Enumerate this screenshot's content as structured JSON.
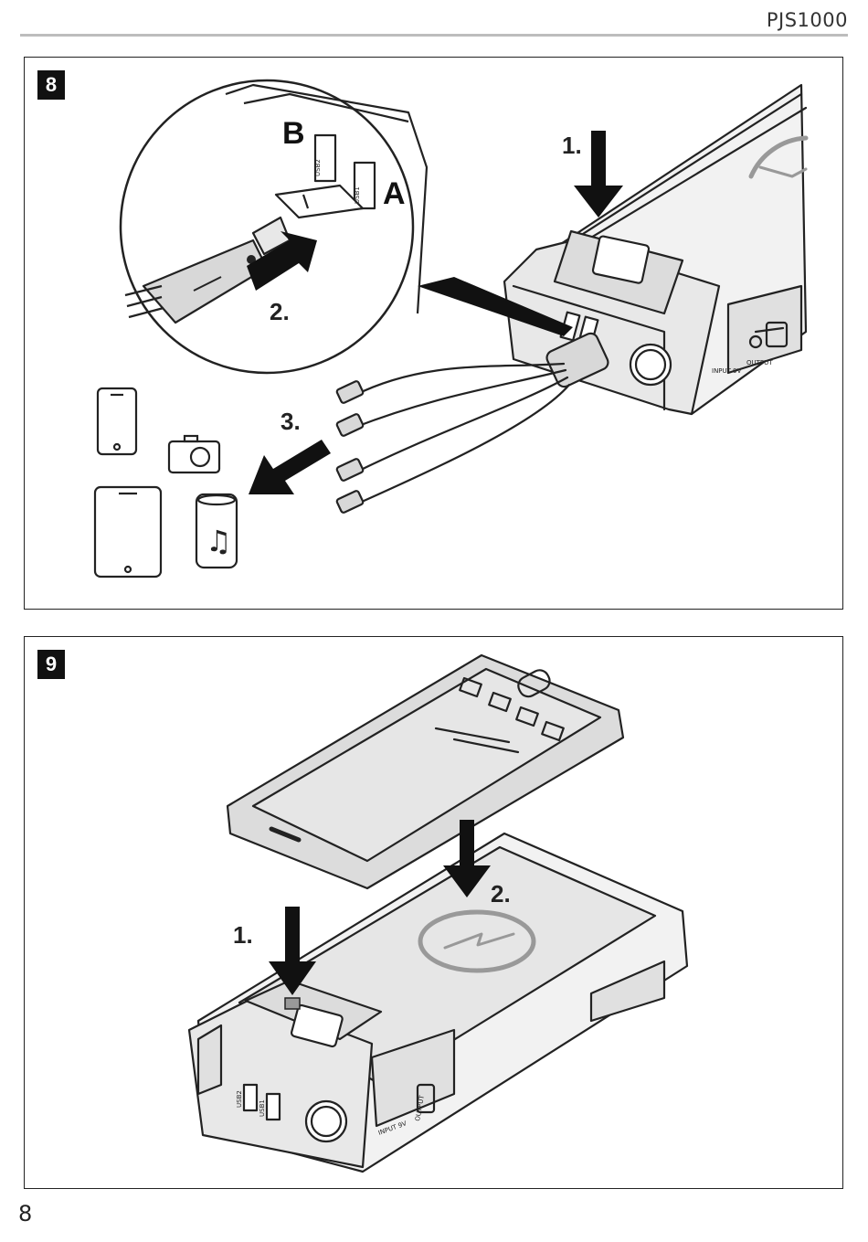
{
  "header": {
    "model": "PJS1000"
  },
  "figure8": {
    "number": "8",
    "steps": {
      "step1": "1.",
      "step2": "2.",
      "step3": "3."
    },
    "ports": {
      "a": "A",
      "b": "B",
      "usb1": "USB1",
      "usb2": "USB2"
    },
    "rear_labels": {
      "input": "INPUT 9V",
      "output": "OUTPUT"
    }
  },
  "figure9": {
    "number": "9",
    "steps": {
      "step1": "1.",
      "step2": "2."
    },
    "rear_labels": {
      "input": "INPUT 9V",
      "output": "OUTPUT",
      "usb1": "USB1",
      "usb2": "USB2"
    }
  },
  "footer": {
    "page_number": "8"
  },
  "colors": {
    "ink": "#222222",
    "frame": "#222222",
    "device_fill": "#dcdcdc",
    "rule": "#bdbdbd"
  }
}
